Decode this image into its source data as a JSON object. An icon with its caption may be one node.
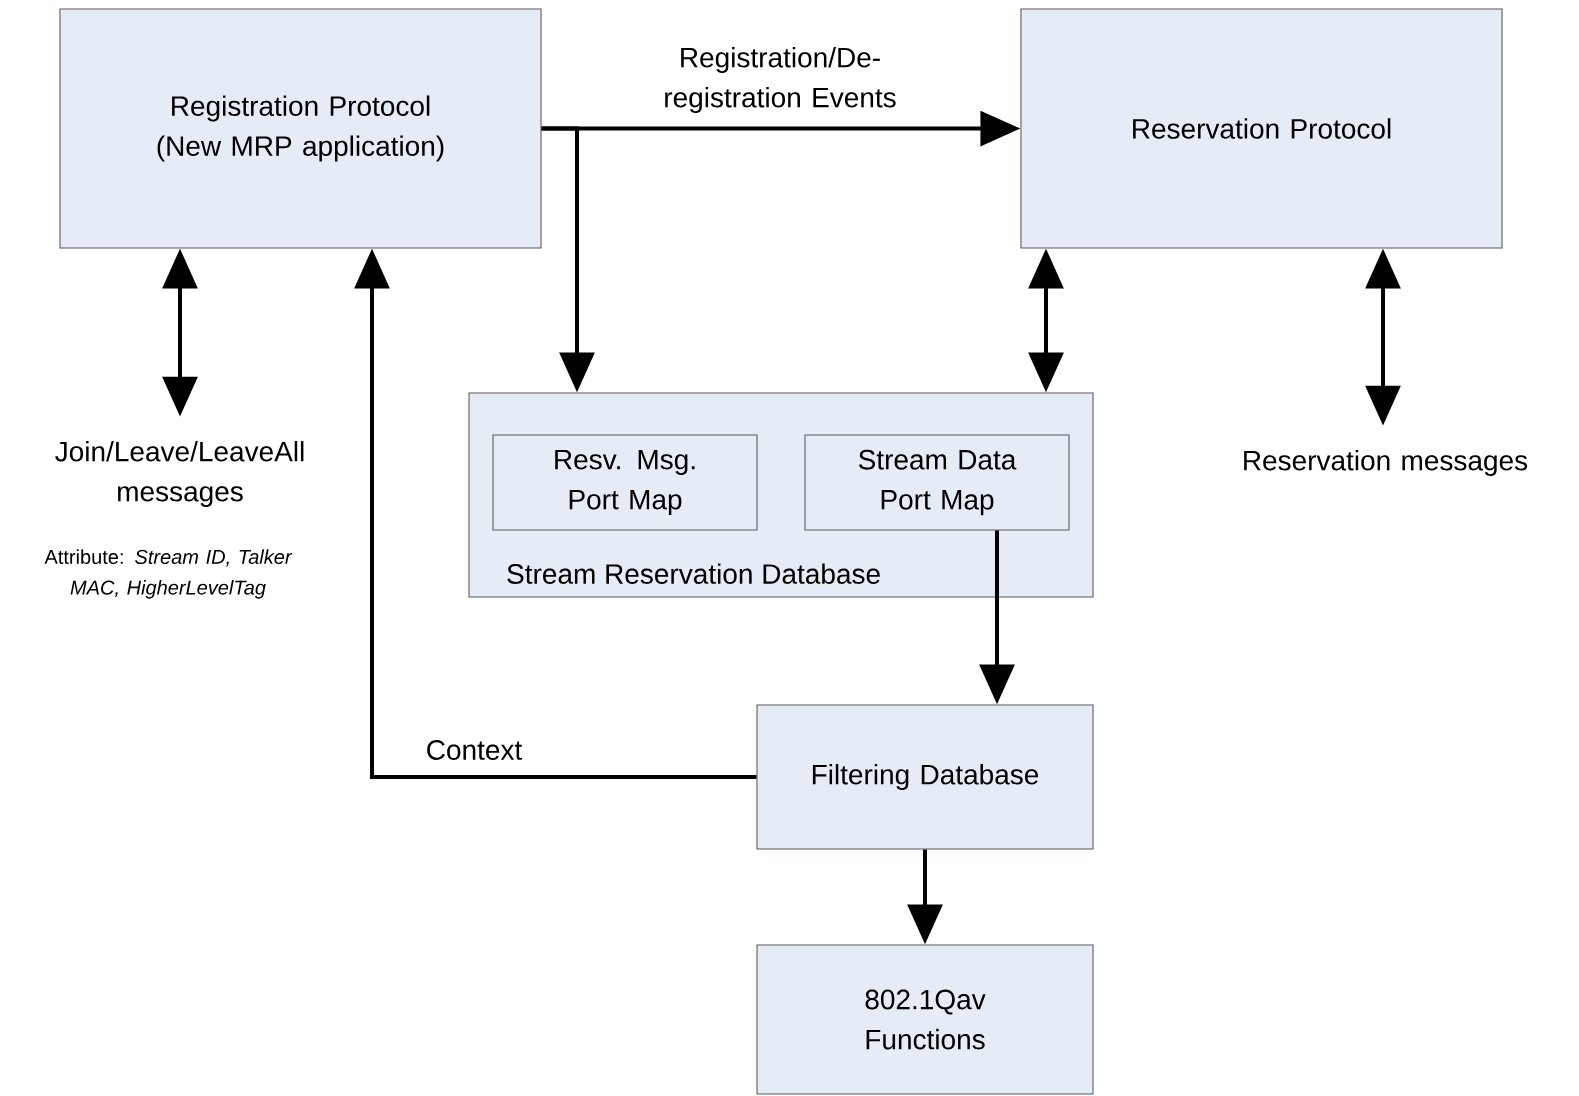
{
  "diagram": {
    "nodes": [
      {
        "text": [
          "Registration Protocol (New MRP application)"
        ]
      },
      {
        "text": [
          "Reservation Protocol"
        ]
      },
      {
        "text": [
          "Stream Reservation Database"
        ]
      },
      {
        "text": [
          "Resv. Msg. Port Map"
        ],
        "in": 2
      },
      {
        "text": [
          "Stream Data Port Map"
        ],
        "in": 2
      },
      {
        "text": [
          "Filtering Database"
        ]
      },
      {
        "text": [
          "802.1Qav Functions"
        ]
      },
      {
        "text": [
          "Join/Leave/LeaveAll messages"
        ],
        "beside": [
          "Attribute: *Stream ID, Talker MAC, HigherLevelTag*"
        ]
      },
      {
        "text": [
          "Reservation messages"
        ]
      }
    ],
    "edges": [
      {
        "from": 0,
        "to": 1,
        "arrow": "to",
        "label": "Registration/De-registration Events"
      },
      {
        "from": 0,
        "to": 2,
        "arrow": "to"
      },
      {
        "from": 0,
        "to": 7,
        "arrow": "both"
      },
      {
        "from": 1,
        "to": 2,
        "arrow": "both"
      },
      {
        "from": 1,
        "to": 8,
        "arrow": "both"
      },
      {
        "from": 4,
        "to": 5,
        "arrow": "to"
      },
      {
        "from": 5,
        "to": 0,
        "arrow": "to",
        "label": "Context"
      },
      {
        "from": 5,
        "to": 6,
        "arrow": "to"
      }
    ]
  }
}
